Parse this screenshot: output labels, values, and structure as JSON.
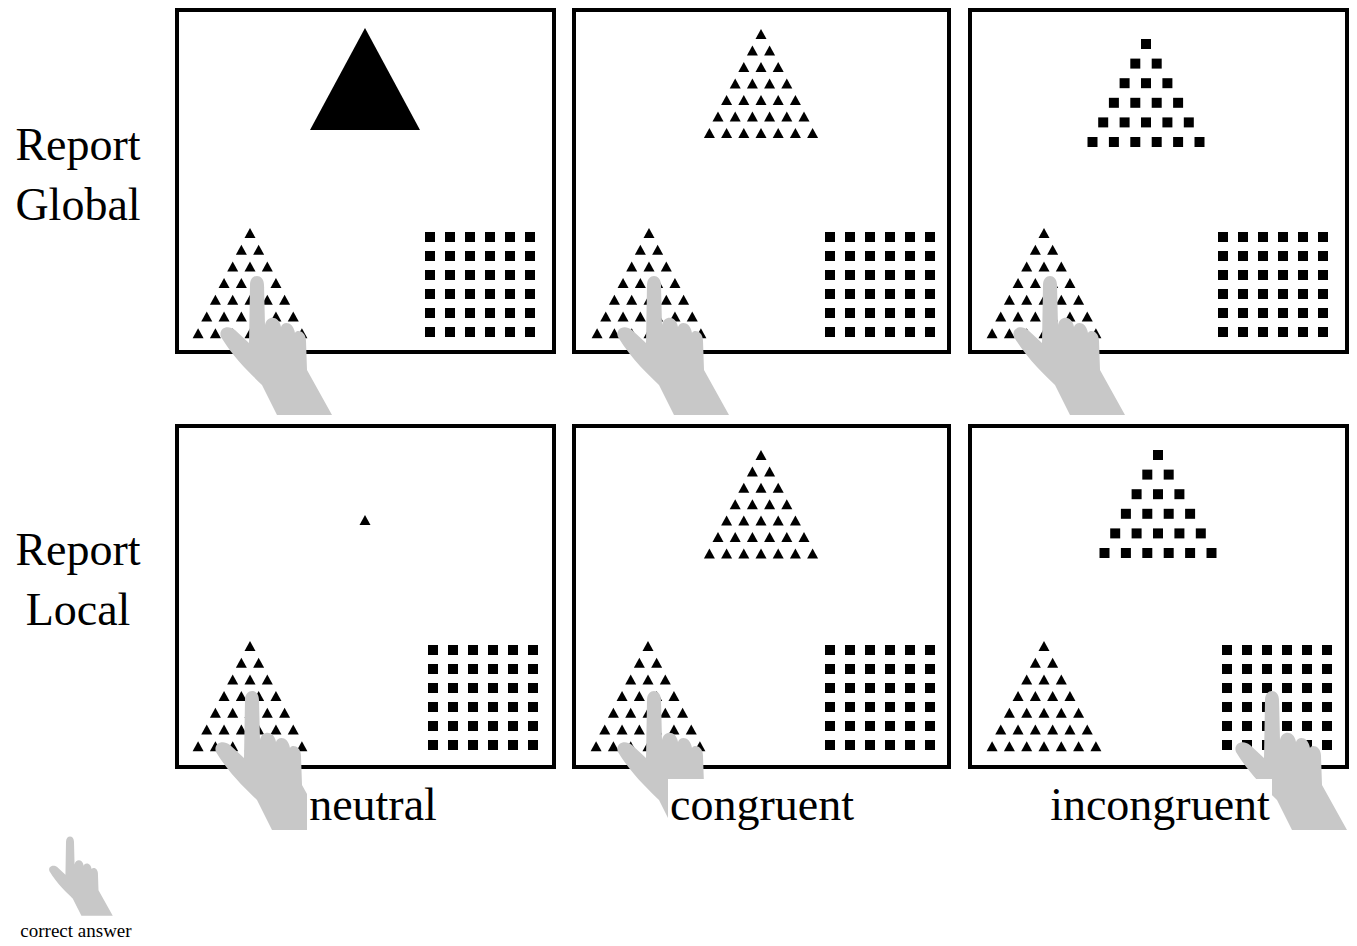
{
  "diagram": {
    "labels": [
      "Report Global",
      "Report Local",
      "neutral",
      "congruent",
      "incongruent"
    ],
    "legend": [
      {
        "text": "correct answer"
      }
    ]
  }
}
